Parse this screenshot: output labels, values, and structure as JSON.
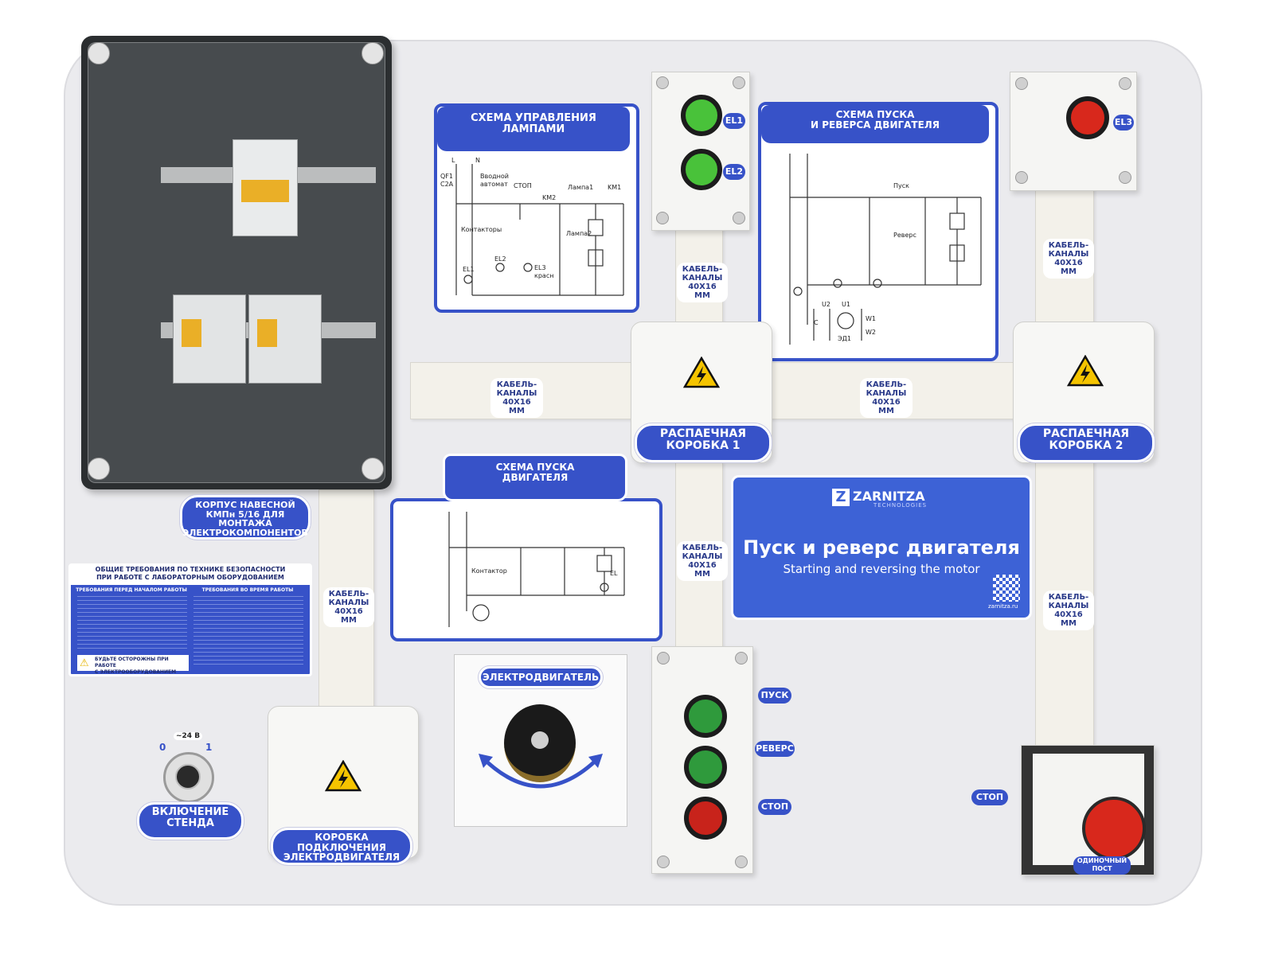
{
  "enclosure_label": [
    "КОРПУС НАВЕСНОЙ",
    "КМПн 5/16 ДЛЯ МОНТАЖА",
    "ЭЛЕКТРОКОМПОНЕНТОВ"
  ],
  "safety": {
    "title": [
      "ОБЩИЕ ТРЕБОВАНИЯ ПО ТЕХНИКЕ БЕЗОПАСНОСТИ",
      "ПРИ РАБОТЕ С ЛАБОРАТОРНЫМ ОБОРУДОВАНИЕМ"
    ],
    "left_header": "ТРЕБОВАНИЯ ПЕРЕД НАЧАЛОМ РАБОТЫ",
    "right_header": "ТРЕБОВАНИЯ ВО ВРЕМЯ РАБОТЫ",
    "warning": [
      "БУДЬТЕ ОСТОРОЖНЫ ПРИ РАБОТЕ",
      "С ЭЛЕКТРООБОРУДОВАНИЕМ"
    ]
  },
  "switch": {
    "label_0": "0",
    "label_1": "1",
    "voltage": "~24 В",
    "caption": [
      "ВКЛЮЧЕНИЕ",
      "СТЕНДА"
    ]
  },
  "motor_box_label": [
    "КОРОБКА ПОДКЛЮЧЕНИЯ",
    "ЭЛЕКТРОДВИГАТЕЛЯ"
  ],
  "motor_panel_title": "ЭЛЕКТРОДВИГАТЕЛЬ",
  "scheme_lamps": {
    "title": [
      "СХЕМА УПРАВЛЕНИЯ",
      "ЛАМПАМИ"
    ],
    "labels": {
      "L": "L",
      "N": "N",
      "QF1": "QF1",
      "C2A": "C2A",
      "auto": "Вводной",
      "auto2": "автомат",
      "stop": "СТОП",
      "km2": "KM2",
      "lamp1": "Лампа1",
      "km1": "KM1",
      "kontaktor": "Контакторы",
      "lamp2": "Лампа2",
      "el2": "EL2",
      "el3": "EL3",
      "krasn": "красн",
      "el1": "EL1"
    }
  },
  "scheme_reverse": {
    "title": [
      "СХЕМА ПУСКА",
      "И РЕВЕРСА ДВИГАТЕЛЯ"
    ],
    "labels": {
      "pusk": "Пуск",
      "revers": "Реверс",
      "u2": "U2",
      "u1": "U1",
      "w1": "W1",
      "w2": "W2",
      "c": "C",
      "ed1": "ЭД1"
    }
  },
  "scheme_start": {
    "title": [
      "СХЕМА ПУСКА",
      "ДВИГАТЕЛЯ"
    ],
    "labels": {
      "kontaktor": "Контактор",
      "el": "EL"
    }
  },
  "cable": [
    "КАБЕЛЬ-",
    "КАНАЛЫ",
    "40Х16 ММ"
  ],
  "junction_box_1": [
    "РАСПАЕЧНАЯ",
    "КОРОБКА 1"
  ],
  "junction_box_2": [
    "РАСПАЕЧНАЯ",
    "КОРОБКА 2"
  ],
  "lamp_tags": {
    "el1": "EL1",
    "el2": "EL2",
    "el3": "EL3"
  },
  "post_tags": {
    "pusk": "ПУСК",
    "revers": "РЕВЕРС",
    "stop": "СТОП"
  },
  "estop": {
    "tag": "СТОП",
    "caption": [
      "ОДИНОЧНЫЙ",
      "ПОСТ"
    ]
  },
  "brand": {
    "logo": "ZARNITZA",
    "logo_sub": "TECHNOLOGIES",
    "title": "Пуск и реверс двигателя",
    "subtitle": "Starting and reversing the motor",
    "site": "zarnitza.ru"
  },
  "colors": {
    "accent": "#3752c8",
    "board": "#ebebee",
    "green": "#2f9a3c",
    "red": "#c8231b"
  }
}
